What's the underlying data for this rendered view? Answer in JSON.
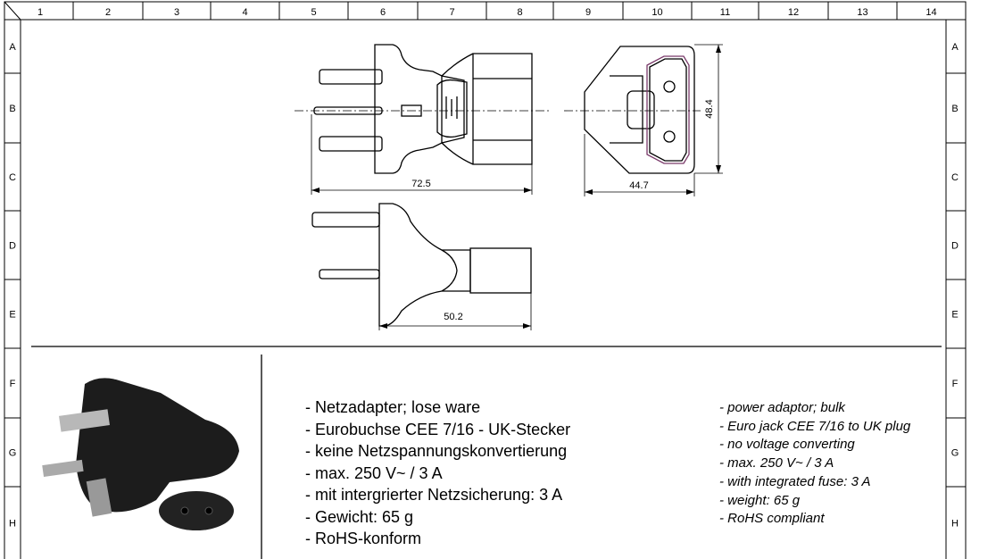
{
  "frame": {
    "columns": [
      "1",
      "2",
      "3",
      "4",
      "5",
      "6",
      "7",
      "8",
      "9",
      "10",
      "11",
      "12",
      "13",
      "14"
    ],
    "rows": [
      "A",
      "B",
      "C",
      "D",
      "E",
      "F",
      "G",
      "H"
    ]
  },
  "dimensions": {
    "side_length": "72.5",
    "front_width": "44.7",
    "front_height": "48.4",
    "top_length": "50.2"
  },
  "description_de": [
    "- Netzadapter; lose ware",
    "- Eurobuchse CEE 7/16 - UK-Stecker",
    "- keine Netzspannungskonvertierung",
    "- max. 250 V~ / 3 A",
    "- mit intergrierter Netzsicherung: 3 A",
    "- Gewicht: 65 g",
    "- RoHS-konform"
  ],
  "description_en": [
    "- power adaptor; bulk",
    "- Euro jack CEE 7/16 to UK plug",
    "- no voltage converting",
    "- max. 250 V~ / 3 A",
    "- with integrated fuse: 3 A",
    "- weight: 65 g",
    "- RoHS compliant"
  ],
  "colors": {
    "socket_outline": "#7a3a6a",
    "product": "#1a1a1a"
  }
}
